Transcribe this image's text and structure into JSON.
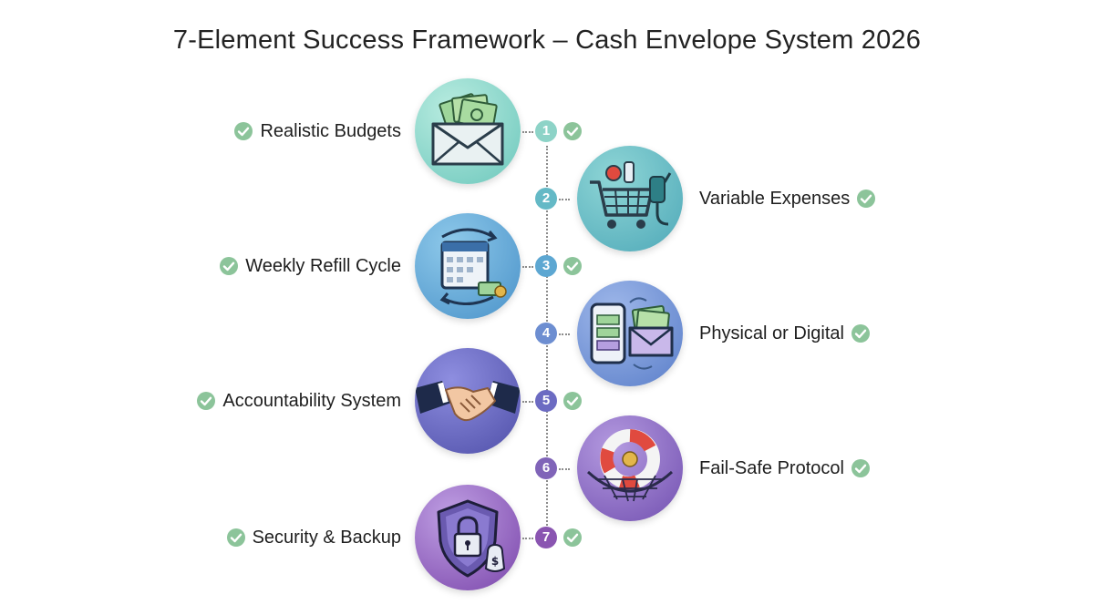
{
  "title": "7-Element Success Framework – Cash Envelope System 2026",
  "elements": [
    {
      "number": "1",
      "label": "Realistic Budgets",
      "icon": "envelope-cash-icon",
      "side": "left",
      "color": "#8dd3c7"
    },
    {
      "number": "2",
      "label": "Variable Expenses",
      "icon": "shopping-cart-fuel-icon",
      "side": "right",
      "color": "#64b9c6"
    },
    {
      "number": "3",
      "label": "Weekly Refill Cycle",
      "icon": "calendar-refill-icon",
      "side": "left",
      "color": "#5da7d2"
    },
    {
      "number": "4",
      "label": "Physical or Digital",
      "icon": "phone-envelope-icon",
      "side": "right",
      "color": "#6d8ed1"
    },
    {
      "number": "5",
      "label": "Accountability System",
      "icon": "handshake-icon",
      "side": "left",
      "color": "#6c6bc2"
    },
    {
      "number": "6",
      "label": "Fail-Safe Protocol",
      "icon": "lifebuoy-net-icon",
      "side": "right",
      "color": "#8064b8"
    },
    {
      "number": "7",
      "label": "Security & Backup",
      "icon": "shield-lock-icon",
      "side": "left",
      "color": "#8a55b1"
    }
  ],
  "colors": {
    "check": "#8cc49a",
    "connector": "#8b8b8b"
  }
}
